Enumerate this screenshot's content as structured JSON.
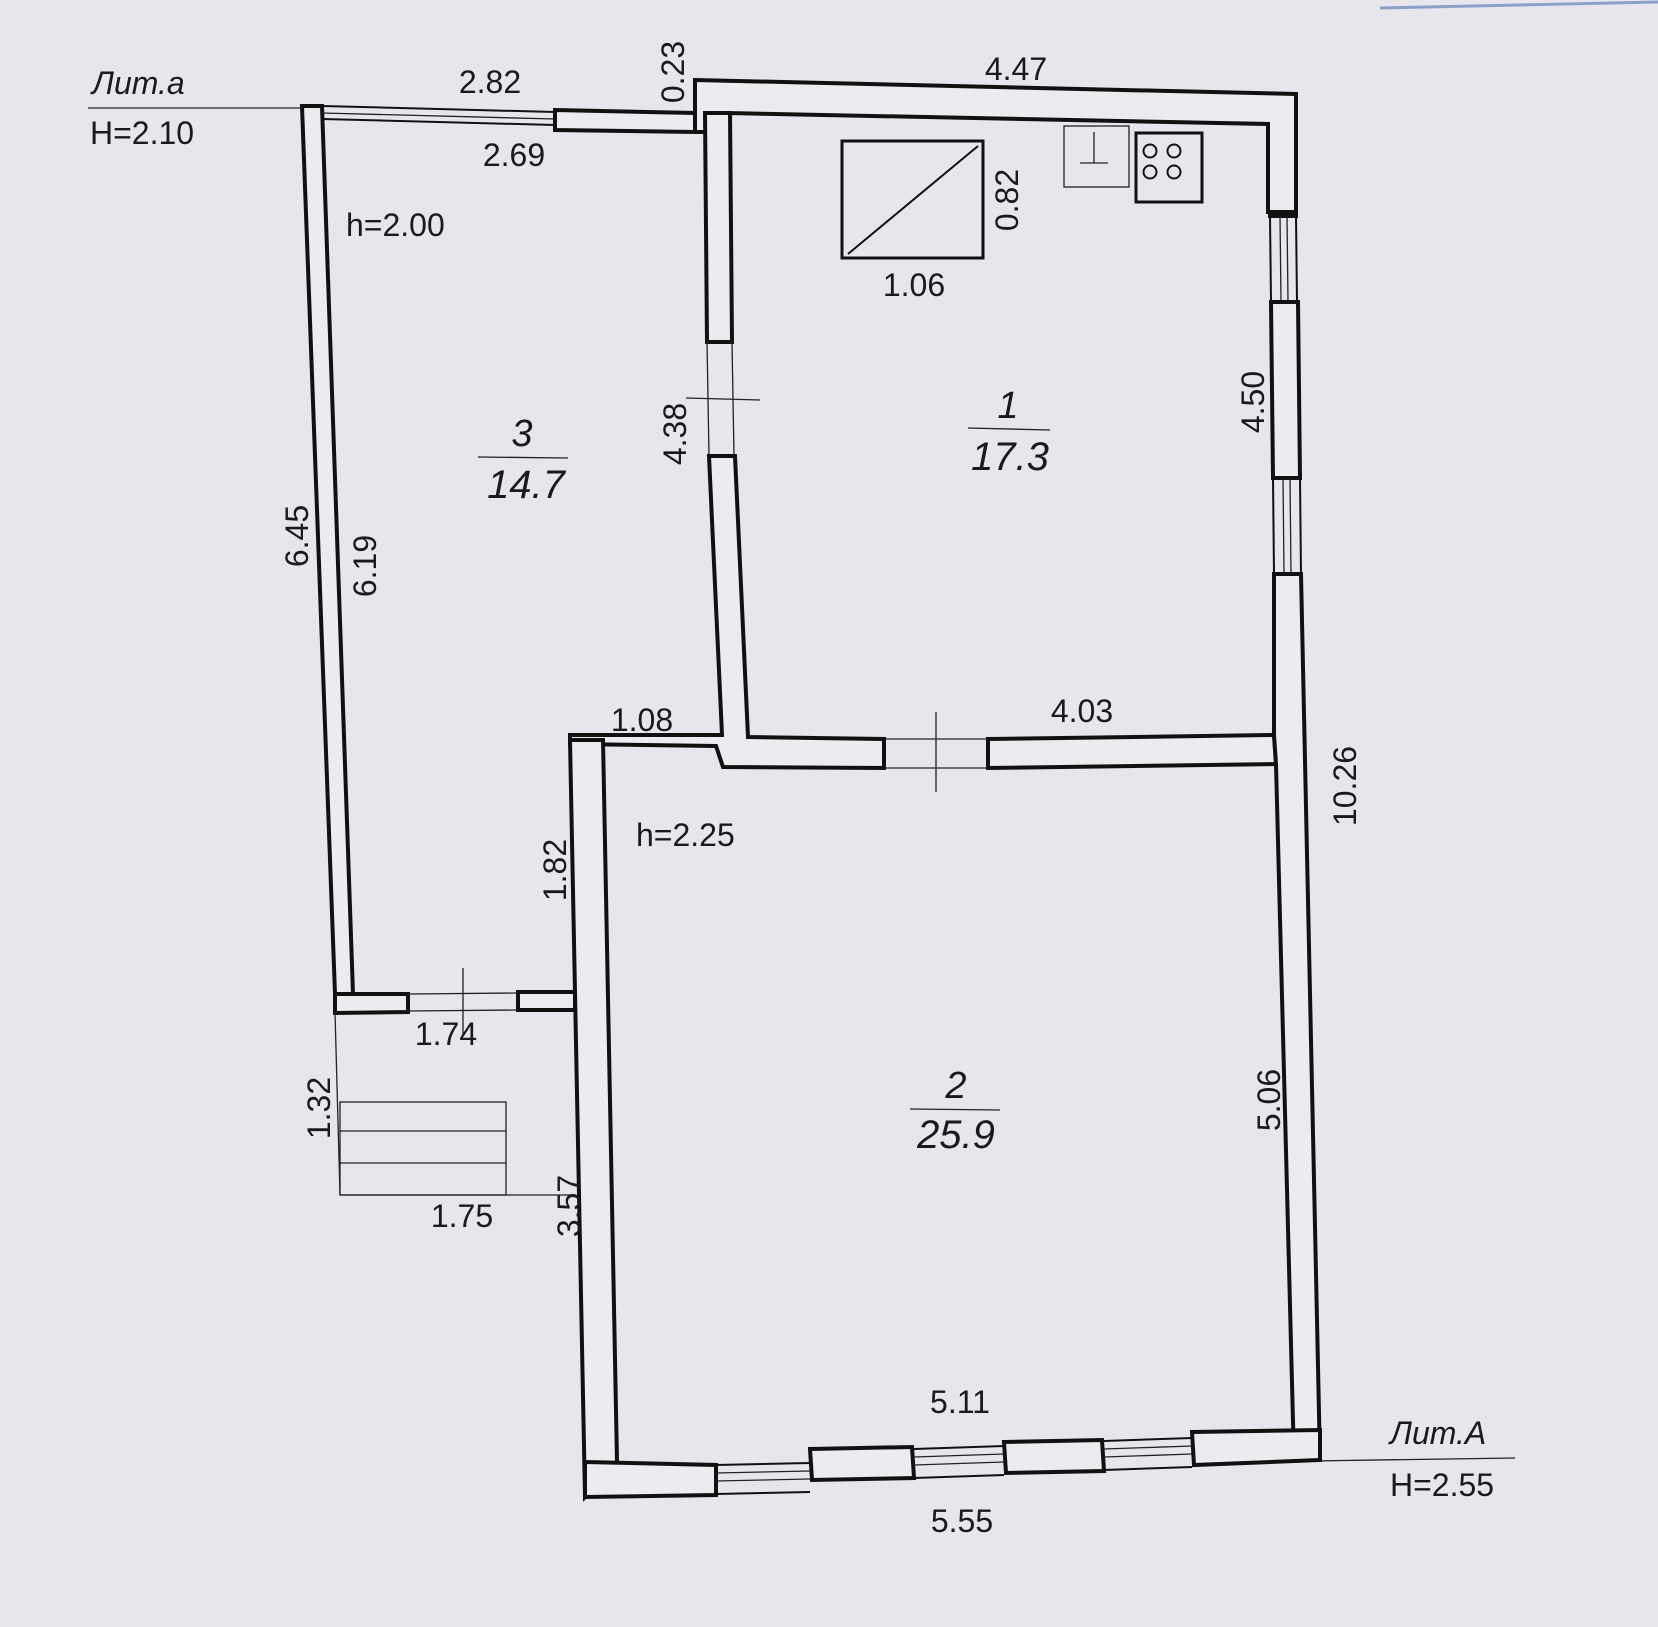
{
  "lit_a": {
    "name": "Лит.а",
    "height": "H=2.10"
  },
  "lit_A": {
    "name": "Лит.А",
    "height": "H=2.55"
  },
  "rooms": [
    {
      "number": "1",
      "area": "17.3"
    },
    {
      "number": "2",
      "area": "25.9"
    },
    {
      "number": "3",
      "area": "14.7"
    }
  ],
  "ceiling_heights": {
    "veranda": "h=2.00",
    "room2": "h=2.25"
  },
  "dimensions": {
    "top_outer_right": "4.47",
    "top_outer_left": "2.82",
    "top_inner_left": "2.69",
    "wall_thickness": "0.23",
    "stove_width": "1.06",
    "stove_depth": "0.82",
    "partition_left": "4.38",
    "right_window_wall": "4.50",
    "veranda_outer_left": "6.45",
    "veranda_inner_left": "6.19",
    "step_width": "1.08",
    "partition_bottom": "4.03",
    "right_outer": "10.26",
    "room2_left_upper": "1.82",
    "veranda_bottom": "1.74",
    "porch_depth": "1.32",
    "porch_width": "1.75",
    "room2_left_lower": "3.57",
    "room2_right_inner": "5.06",
    "room2_bottom_inner": "5.11",
    "room2_bottom_outer": "5.55"
  }
}
